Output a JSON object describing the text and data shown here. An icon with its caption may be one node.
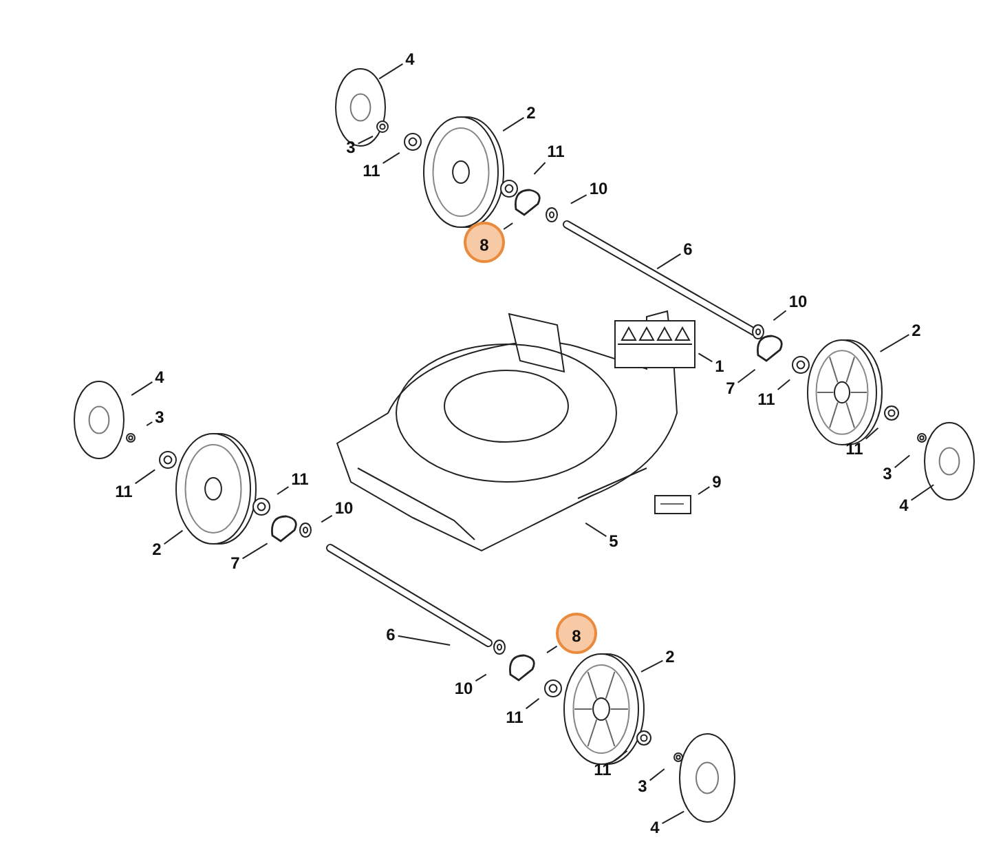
{
  "diagram": {
    "nodes": [
      {
        "text": [
          "4"
        ]
      },
      {
        "text": [
          "2"
        ]
      },
      {
        "text": [
          "3"
        ]
      },
      {
        "text": [
          "11"
        ]
      },
      {
        "text": [
          "11"
        ]
      },
      {
        "text": [
          "10"
        ]
      },
      {
        "text": [
          "8"
        ]
      },
      {
        "text": [
          "6"
        ]
      },
      {
        "text": [
          "10"
        ]
      },
      {
        "text": [
          "2"
        ]
      },
      {
        "text": [
          "1"
        ]
      },
      {
        "text": [
          "7"
        ]
      },
      {
        "text": [
          "11"
        ]
      },
      {
        "text": [
          "4"
        ]
      },
      {
        "text": [
          "3"
        ]
      },
      {
        "text": [
          "11"
        ]
      },
      {
        "text": [
          "11"
        ]
      },
      {
        "text": [
          "9"
        ]
      },
      {
        "text": [
          "11"
        ]
      },
      {
        "text": [
          "3"
        ]
      },
      {
        "text": [
          "4"
        ]
      },
      {
        "text": [
          "10"
        ]
      },
      {
        "text": [
          "5"
        ]
      },
      {
        "text": [
          "2"
        ]
      },
      {
        "text": [
          "7"
        ]
      },
      {
        "text": [
          "8"
        ]
      },
      {
        "text": [
          "6"
        ]
      },
      {
        "text": [
          "2"
        ]
      },
      {
        "text": [
          "10"
        ]
      },
      {
        "text": [
          "11"
        ]
      },
      {
        "text": [
          "11"
        ]
      },
      {
        "text": [
          "3"
        ]
      },
      {
        "text": [
          "4"
        ]
      }
    ],
    "edges": [
      {
        "from": 0,
        "to": null,
        "arrow": "none"
      },
      {
        "from": 1,
        "to": null,
        "arrow": "none"
      },
      {
        "from": 2,
        "to": null,
        "arrow": "none"
      },
      {
        "from": 3,
        "to": null,
        "arrow": "none"
      },
      {
        "from": 4,
        "to": null,
        "arrow": "none"
      },
      {
        "from": 5,
        "to": null,
        "arrow": "none"
      },
      {
        "from": 6,
        "to": null,
        "arrow": "none"
      },
      {
        "from": 7,
        "to": null,
        "arrow": "none"
      },
      {
        "from": 8,
        "to": null,
        "arrow": "none"
      },
      {
        "from": 9,
        "to": null,
        "arrow": "none"
      },
      {
        "from": 10,
        "to": null,
        "arrow": "none"
      },
      {
        "from": 11,
        "to": null,
        "arrow": "none"
      },
      {
        "from": 12,
        "to": null,
        "arrow": "none"
      },
      {
        "from": 13,
        "to": null,
        "arrow": "none"
      },
      {
        "from": 14,
        "to": null,
        "arrow": "none"
      },
      {
        "from": 15,
        "to": null,
        "arrow": "none"
      },
      {
        "from": 16,
        "to": null,
        "arrow": "none"
      },
      {
        "from": 17,
        "to": null,
        "arrow": "none"
      },
      {
        "from": 18,
        "to": null,
        "arrow": "none"
      },
      {
        "from": 19,
        "to": null,
        "arrow": "none"
      },
      {
        "from": 20,
        "to": null,
        "arrow": "none"
      },
      {
        "from": 21,
        "to": null,
        "arrow": "none"
      },
      {
        "from": 22,
        "to": null,
        "arrow": "none"
      },
      {
        "from": 23,
        "to": null,
        "arrow": "none"
      },
      {
        "from": 24,
        "to": null,
        "arrow": "none"
      },
      {
        "from": 25,
        "to": null,
        "arrow": "none"
      },
      {
        "from": 26,
        "to": null,
        "arrow": "none"
      },
      {
        "from": 27,
        "to": null,
        "arrow": "none"
      },
      {
        "from": 28,
        "to": null,
        "arrow": "none"
      },
      {
        "from": 29,
        "to": null,
        "arrow": "none"
      },
      {
        "from": 30,
        "to": null,
        "arrow": "none"
      },
      {
        "from": 31,
        "to": null,
        "arrow": "none"
      },
      {
        "from": 32,
        "to": null,
        "arrow": "none"
      }
    ]
  }
}
